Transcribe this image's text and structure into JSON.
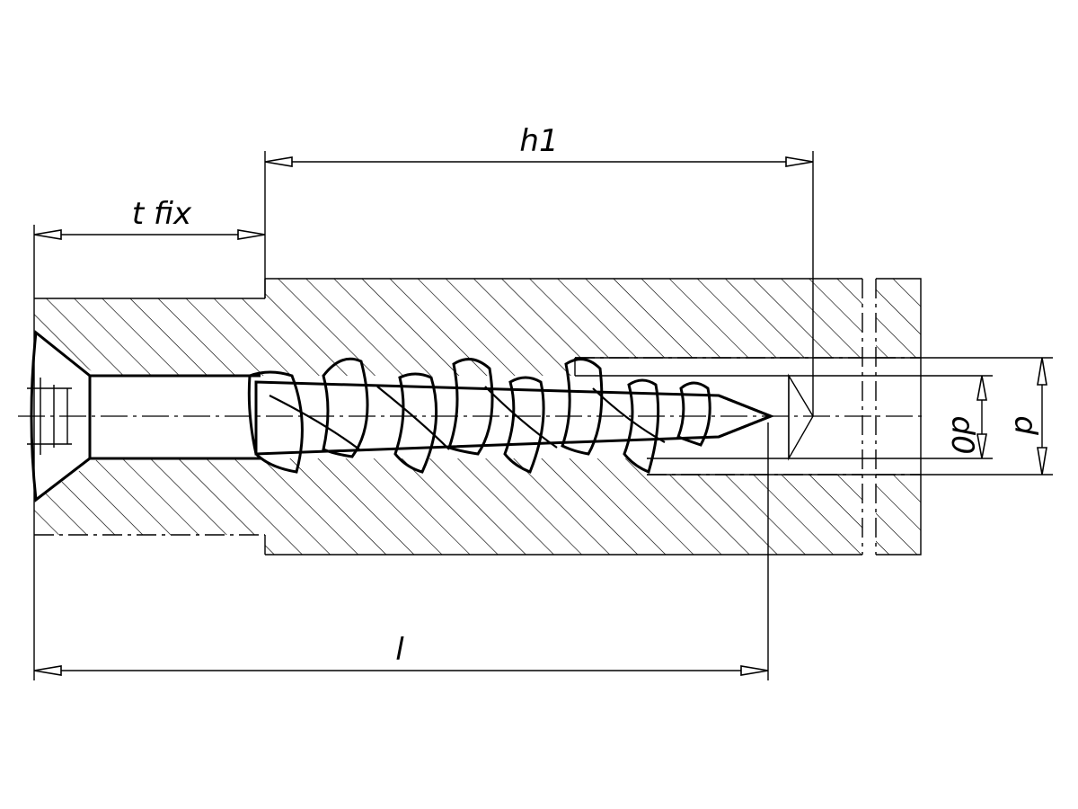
{
  "labels": {
    "h1": "h1",
    "t_fix": "t fix",
    "l": "l",
    "d0": "d0",
    "d": "d"
  },
  "colors": {
    "line": "#000000",
    "background": "#ffffff"
  }
}
